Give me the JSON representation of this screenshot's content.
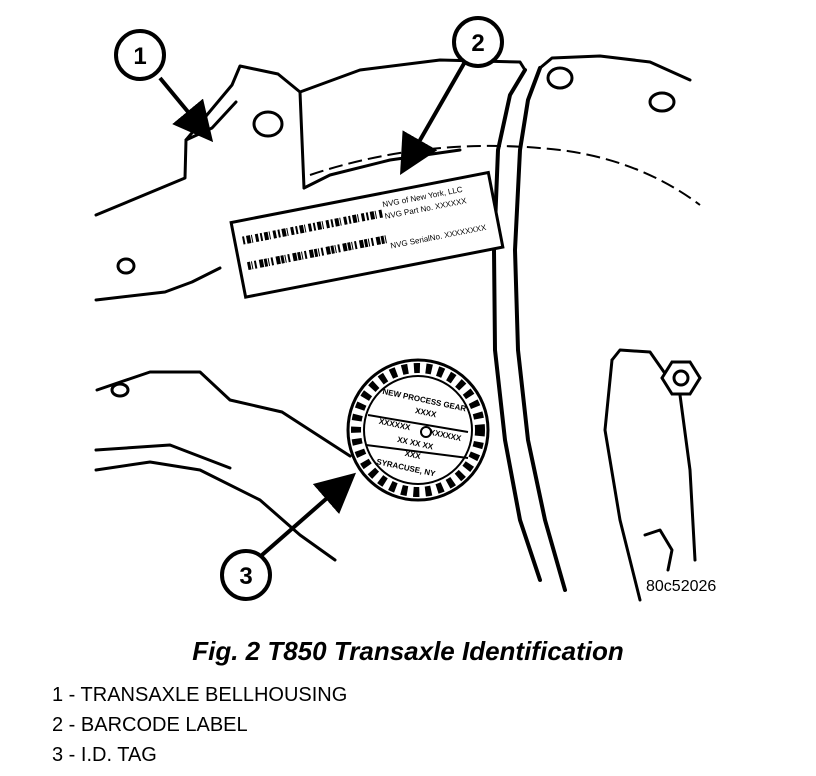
{
  "figure": {
    "caption": "Fig. 2 T850 Transaxle Identification",
    "figure_id": "80c52026",
    "callouts": [
      "1",
      "2",
      "3"
    ]
  },
  "barcode_label": {
    "line1": "NVG of New York,  LLC",
    "line2": "NVG Part No.       XXXXXX",
    "line3": "NVG SerialNo.   XXXXXXXX"
  },
  "id_tag": {
    "top_text": "NEW PROCESS GEAR",
    "row1": "XXXX",
    "row2_left": "XXXXXX",
    "row2_right": "XXXXXX",
    "row3": "XX  XX  XX",
    "row4": "XXX",
    "bottom_text": "SYRACUSE, NY"
  },
  "legend": [
    {
      "num": "1",
      "sep": " - ",
      "text": "TRANSAXLE BELLHOUSING"
    },
    {
      "num": "2",
      "sep": " - ",
      "text": "BARCODE LABEL"
    },
    {
      "num": "3",
      "sep": " - ",
      "text": "I.D. TAG"
    }
  ]
}
